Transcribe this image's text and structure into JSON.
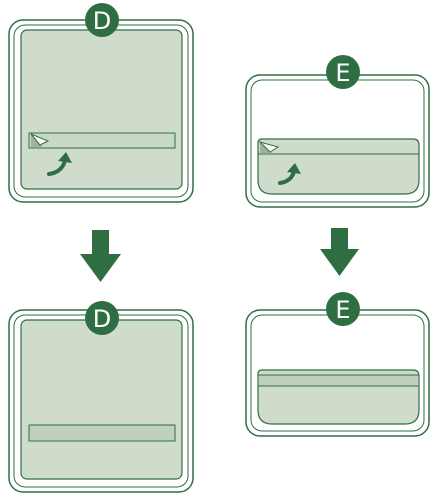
{
  "colors": {
    "outline": "#2f6e43",
    "device_fill": "#ffffff",
    "screen_fill": "#cfdccb",
    "strip_fill": "#c2d3be",
    "badge_fill": "#2f6e43",
    "badge_text": "#ffffff",
    "arrow_fill": "#2f6e43"
  },
  "panels": [
    {
      "id": "D-before",
      "label": "D",
      "stage": "peel-protective-film"
    },
    {
      "id": "E-before",
      "label": "E",
      "stage": "peel-protective-film"
    },
    {
      "id": "D-after",
      "label": "D",
      "stage": "film-removed"
    },
    {
      "id": "E-after",
      "label": "E",
      "stage": "film-removed"
    }
  ],
  "icons": {
    "peel_corner": "peel-corner-icon",
    "curved_arrow": "curved-arrow-icon",
    "down_arrow": "down-arrow-icon"
  }
}
